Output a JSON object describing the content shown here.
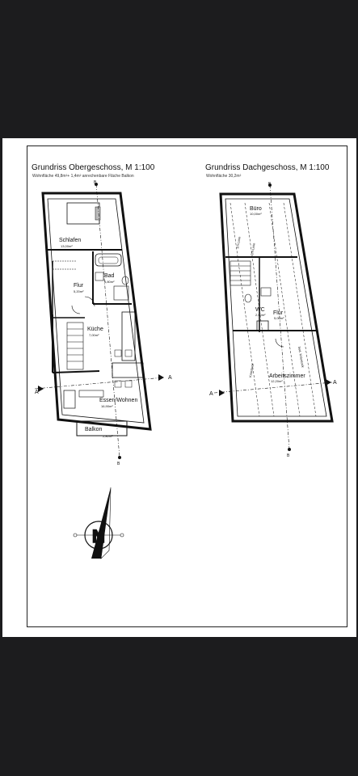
{
  "left_plan": {
    "title": "Grundriss Obergeschoss, M 1:100",
    "subtitle": "Wohnfläche 49,8m²+ 1,4m² anrechenbare Fläche Balkon",
    "rooms": [
      {
        "name": "Schlafen",
        "area": "13,00m²"
      },
      {
        "name": "Bad",
        "area": "5,80m²"
      },
      {
        "name": "Flur",
        "area": "5,20m²"
      },
      {
        "name": "Küche",
        "area": "7,00m²"
      },
      {
        "name": "Essen/Wohnen",
        "area": "16,90m²"
      },
      {
        "name": "Balkon",
        "area": "2,80m²"
      }
    ],
    "section_label": "A",
    "section_label_b": "B"
  },
  "right_plan": {
    "title": "Grundriss Dachgeschoss, M 1:100",
    "subtitle": "Wohnfläche 30,2m²",
    "rooms": [
      {
        "name": "Büro",
        "area": "10,00m²"
      },
      {
        "name": "WC",
        "area": "2,00m²"
      },
      {
        "name": "Flur",
        "area": "5,00m²"
      },
      {
        "name": "Arbeitszimmer",
        "area": "12,20m²"
      }
    ],
    "section_label": "A",
    "section_label_b": "B",
    "notes": [
      "2m-Linie",
      "1m-Linie",
      "bed. Kniestock",
      "Kniestock"
    ]
  },
  "north_arrow": {
    "label": "N"
  }
}
